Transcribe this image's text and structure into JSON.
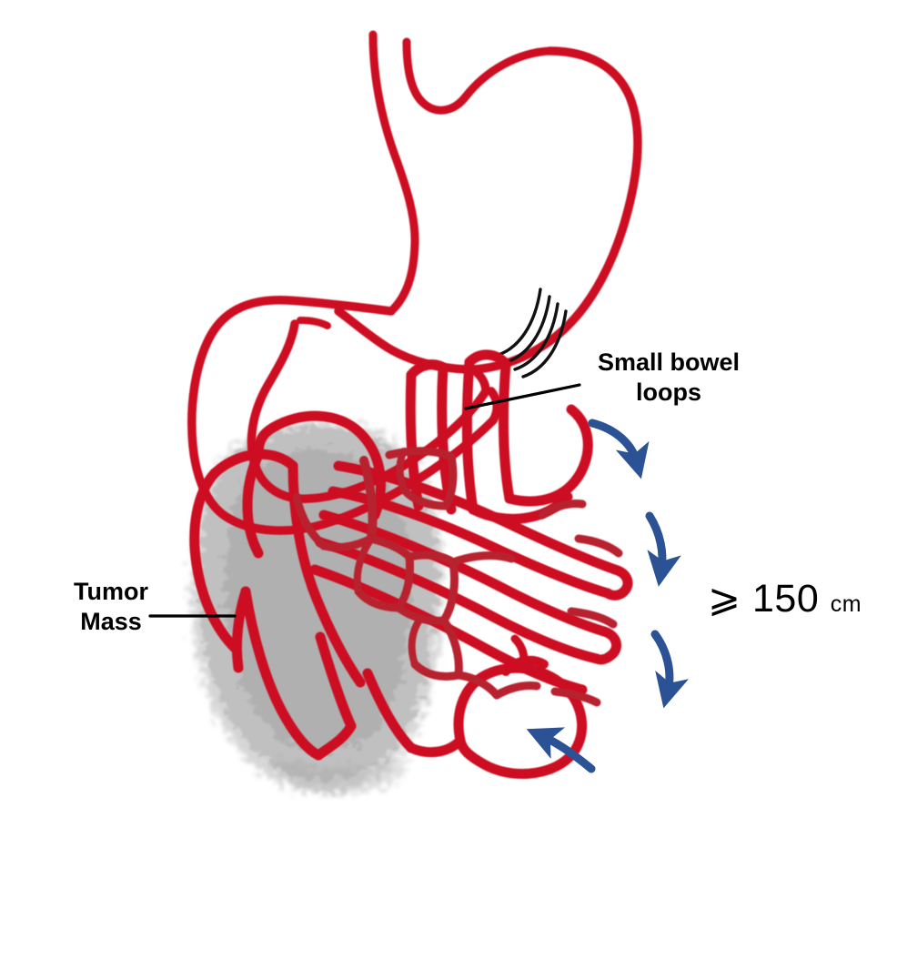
{
  "figure": {
    "type": "medical-illustration",
    "subject": "Small bowel obstruction by tumor mass with proximal bowel loops",
    "background_color": "#ffffff"
  },
  "palette": {
    "bowel_red": "#cc1122",
    "bowel_red_dark": "#a8192a",
    "arrow_blue": "#2c5296",
    "tumor_gray": "#b9b9b9",
    "tumor_gray_dark": "#9a9a9a",
    "label_black": "#000000"
  },
  "labels": {
    "small_bowel": {
      "line1": "Small bowel",
      "line2": "loops"
    },
    "tumor": {
      "line1": "Tumor",
      "line2": "Mass"
    },
    "length": {
      "symbol": "⩾",
      "value": "150",
      "unit": "cm",
      "full": "⩾ 150 cm"
    }
  },
  "annotations": {
    "leader_lines": [
      {
        "name": "small-bowel-leader",
        "from": [
          512,
          448
        ],
        "to": [
          635,
          424
        ]
      },
      {
        "name": "tumor-leader",
        "from": [
          165,
          677
        ],
        "to": [
          258,
          677
        ]
      }
    ],
    "peristalsis_lines_count": 4,
    "flow_arrows": [
      {
        "name": "flow-arrow-1",
        "direction": "down-right",
        "approx": [
          668,
          465,
          705,
          512
        ]
      },
      {
        "name": "flow-arrow-2",
        "direction": "down",
        "approx": [
          718,
          568,
          740,
          625
        ]
      },
      {
        "name": "flow-arrow-3",
        "direction": "down",
        "approx": [
          723,
          700,
          745,
          760
        ]
      },
      {
        "name": "flow-arrow-4",
        "direction": "up-left",
        "direction_note": "return",
        "approx": [
          650,
          840,
          590,
          800
        ]
      }
    ]
  },
  "anatomy": {
    "organs": [
      {
        "name": "stomach",
        "color": "#cc1122"
      },
      {
        "name": "esophagus",
        "color": "#cc1122"
      },
      {
        "name": "duodenum",
        "color": "#cc1122"
      },
      {
        "name": "jejunum-ileum-loops",
        "color": "#cc1122"
      },
      {
        "name": "mesentery-vessels",
        "color": "#cc1122"
      },
      {
        "name": "tumor-mass",
        "color": "#b9b9b9"
      }
    ]
  }
}
